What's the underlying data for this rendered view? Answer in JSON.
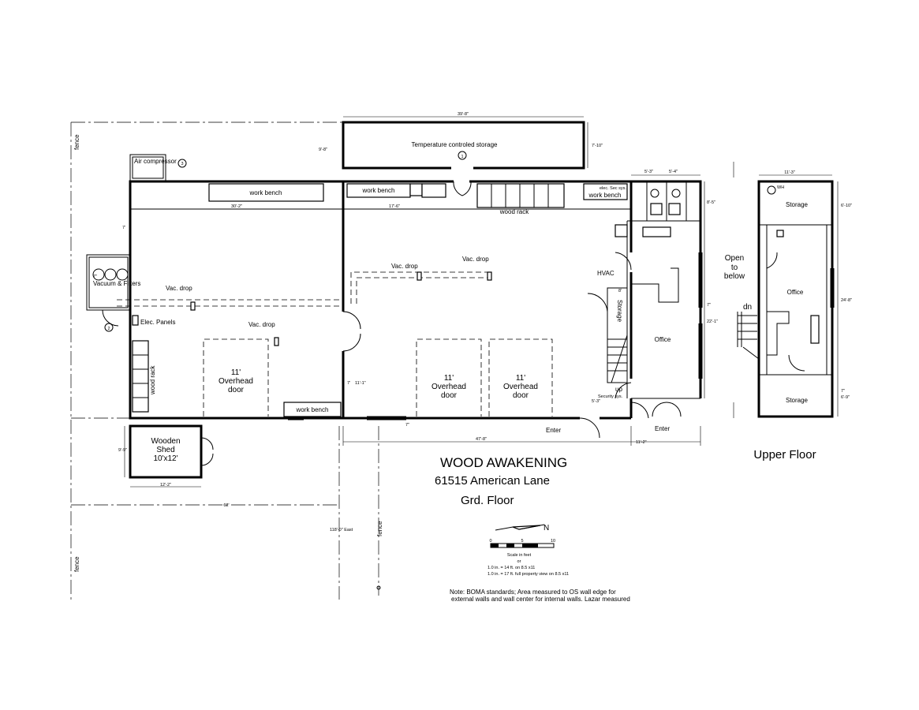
{
  "title": {
    "name": "WOOD AWAKENING",
    "address": "61515 American Lane",
    "floor": "Grd. Floor"
  },
  "upper_floor_title": "Upper Floor",
  "rooms": {
    "temp_storage": "Temperature controled storage",
    "air_compressor": "Air compressor",
    "vacuum_filters": "Vacuum & Filters",
    "elec_panels": "Elec. Panels",
    "wood_rack_left": "wood rack",
    "wood_rack_top": "wood rack",
    "workbench_1": "work bench",
    "workbench_2": "work bench",
    "workbench_3": "work bench",
    "workbench_4": "work bench",
    "elec_sys": "elec. Sec sys.",
    "hvac": "HVAC",
    "storage_stair": "Storage",
    "office": "Office",
    "security": "Security sys.",
    "up": "up",
    "enter_1": "Enter",
    "enter_2": "Enter",
    "shed": [
      "Wooden",
      "Shed",
      "10'x12'"
    ],
    "vac_drops": [
      "Vac. drop",
      "Vac. drop",
      "Vac. drop",
      "Vac. drop"
    ],
    "overhead_doors": [
      [
        "11'",
        "Overhead",
        "door"
      ],
      [
        "11'",
        "Overhead",
        "door"
      ],
      [
        "11'",
        "Overhead",
        "door"
      ]
    ],
    "fence": [
      "fence",
      "fence",
      "fence"
    ],
    "markers": [
      "1",
      "2",
      "3"
    ]
  },
  "upper": {
    "wh": "WH",
    "storage_top": "Storage",
    "office": "Office",
    "storage_bottom": "Storage",
    "open_below": [
      "Open",
      "to",
      "below"
    ],
    "dn": "dn"
  },
  "dimensions": {
    "d_39_8": "39'-8\"",
    "d_7_10": "7'-10\"",
    "d_9_8": "9'-8\"",
    "d_30_2": "30'-2\"",
    "d_17_6": "17'-6\"",
    "d_7": "7'",
    "d_7b": "7'",
    "d_7c": "7\"",
    "d_5_3": "5'-3\"",
    "d_5_4": "5'-4\"",
    "d_8_5": "8'-5\"",
    "d_7d": "7\"",
    "d_22_1": "22'-1\"",
    "d_11_1": "11'-1\"",
    "d_7e": "7\"",
    "d_47_8": "47'-8\"",
    "d_11_2": "11'-2\"",
    "d_9_9": "9'-9\"",
    "d_12_2": "12'-2\"",
    "d_62": "62'",
    "d_118": "118'-0\" East",
    "d_11_3": "11'-3\"",
    "d_6_10": "6'-10\"",
    "d_24_8": "24'-8\"",
    "d_7f": "7\"",
    "d_6_9": "6'-9\"",
    "d_5_3b": "5'-3\"",
    "d_8": "8'"
  },
  "scale": {
    "north": "N",
    "ticks": [
      "0",
      "5",
      "10"
    ],
    "label": "Scale in feet",
    "or": "or",
    "line1": "1.0 in. = 14 ft.  on 8.5 x11",
    "line2": "1.0 in. = 17 ft.  full property view on 8.5 x11"
  },
  "note": {
    "line1": "Note: BOMA standards; Area measured to OS wall edge for",
    "line2": "external walls and wall center for internal walls. Lazar measured"
  }
}
